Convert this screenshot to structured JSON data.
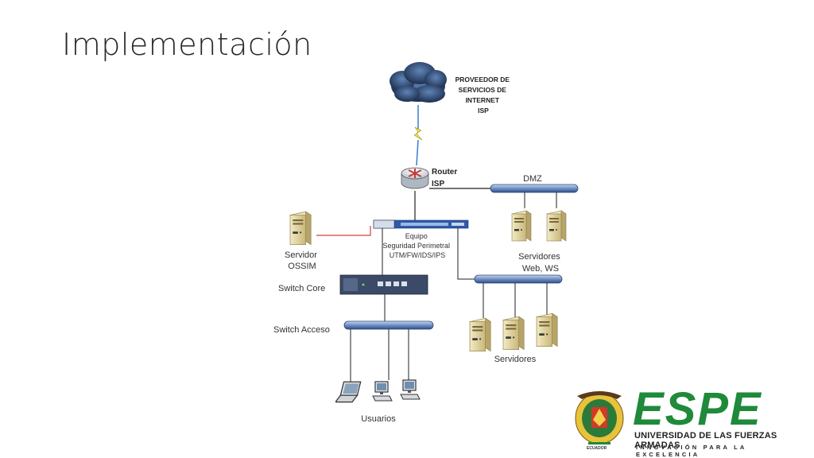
{
  "slide": {
    "title": "Implementación"
  },
  "diagram": {
    "isp_label": [
      "PROVEEDOR DE",
      "SERVICIOS DE",
      "INTERNET",
      "ISP"
    ],
    "router_label": [
      "Router",
      "ISP"
    ],
    "dmz_label": "DMZ",
    "firewall_label": [
      "Equipo",
      "Seguridad Perimetral",
      "UTM/FW/IDS/IPS"
    ],
    "ossim_label": [
      "Servidor",
      "OSSIM"
    ],
    "web_servers_label": [
      "Servidores",
      "Web, WS"
    ],
    "switch_core_label": "Switch Core",
    "switch_access_label": "Switch Acceso",
    "servers_label": "Servidores",
    "users_label": "Usuarios"
  },
  "logo": {
    "brand": "ESPE",
    "university": "UNIVERSIDAD DE LAS FUERZAS ARMADAS",
    "motto": "INNOVACIÓN PARA LA EXCELENCIA",
    "country": "ECUADOR"
  },
  "colors": {
    "bus": "#4a6fa8",
    "link_red": "#d04040",
    "brand_green": "#1e8a3a"
  }
}
